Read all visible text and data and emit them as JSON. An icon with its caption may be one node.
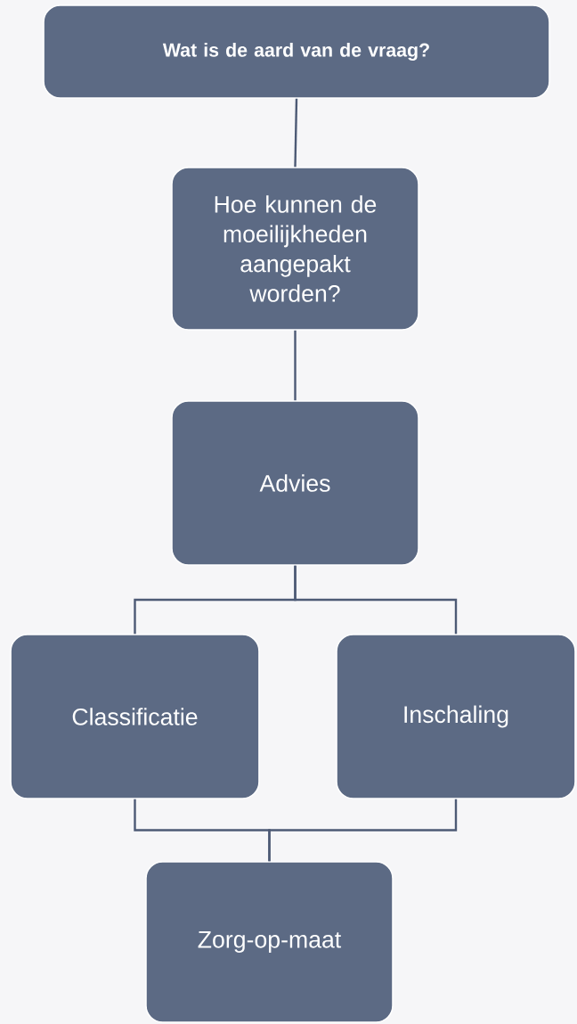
{
  "diagram": {
    "nodes": [
      {
        "text": [
          "Wat is de aard van de vraag?"
        ]
      },
      {
        "text": [
          "Hoe kunnen de moeilijkheden aangepakt worden?"
        ]
      },
      {
        "text": [
          "Advies"
        ]
      },
      {
        "text": [
          "Classificatie"
        ]
      },
      {
        "text": [
          "Inschaling"
        ]
      },
      {
        "text": [
          "Zorg-op-maat"
        ]
      }
    ],
    "edges": [
      {
        "from": 0,
        "to": 1,
        "arrow": "none"
      },
      {
        "from": 1,
        "to": 2,
        "arrow": "none"
      },
      {
        "from": 2,
        "to": 3,
        "arrow": "none"
      },
      {
        "from": 2,
        "to": 4,
        "arrow": "none"
      },
      {
        "from": 3,
        "to": 5,
        "arrow": "none"
      },
      {
        "from": 4,
        "to": 5,
        "arrow": "none"
      }
    ]
  }
}
